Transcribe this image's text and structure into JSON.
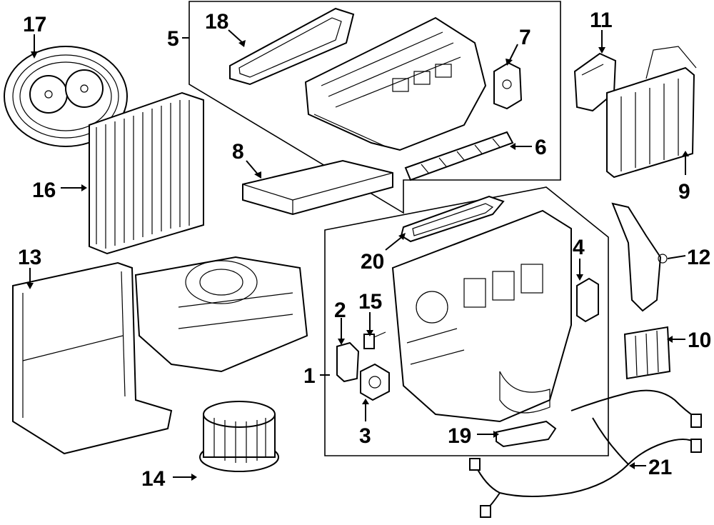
{
  "diagram": {
    "callouts": [
      {
        "id": "17",
        "label": "17"
      },
      {
        "id": "18",
        "label": "18"
      },
      {
        "id": "5",
        "label": "5"
      },
      {
        "id": "7",
        "label": "7"
      },
      {
        "id": "11",
        "label": "11"
      },
      {
        "id": "16",
        "label": "16"
      },
      {
        "id": "8",
        "label": "8"
      },
      {
        "id": "6",
        "label": "6"
      },
      {
        "id": "9",
        "label": "9"
      },
      {
        "id": "13",
        "label": "13"
      },
      {
        "id": "20",
        "label": "20"
      },
      {
        "id": "4",
        "label": "4"
      },
      {
        "id": "12",
        "label": "12"
      },
      {
        "id": "2",
        "label": "2"
      },
      {
        "id": "15",
        "label": "15"
      },
      {
        "id": "10",
        "label": "10"
      },
      {
        "id": "1",
        "label": "1"
      },
      {
        "id": "3",
        "label": "3"
      },
      {
        "id": "19",
        "label": "19"
      },
      {
        "id": "21",
        "label": "21"
      },
      {
        "id": "14",
        "label": "14"
      }
    ]
  }
}
